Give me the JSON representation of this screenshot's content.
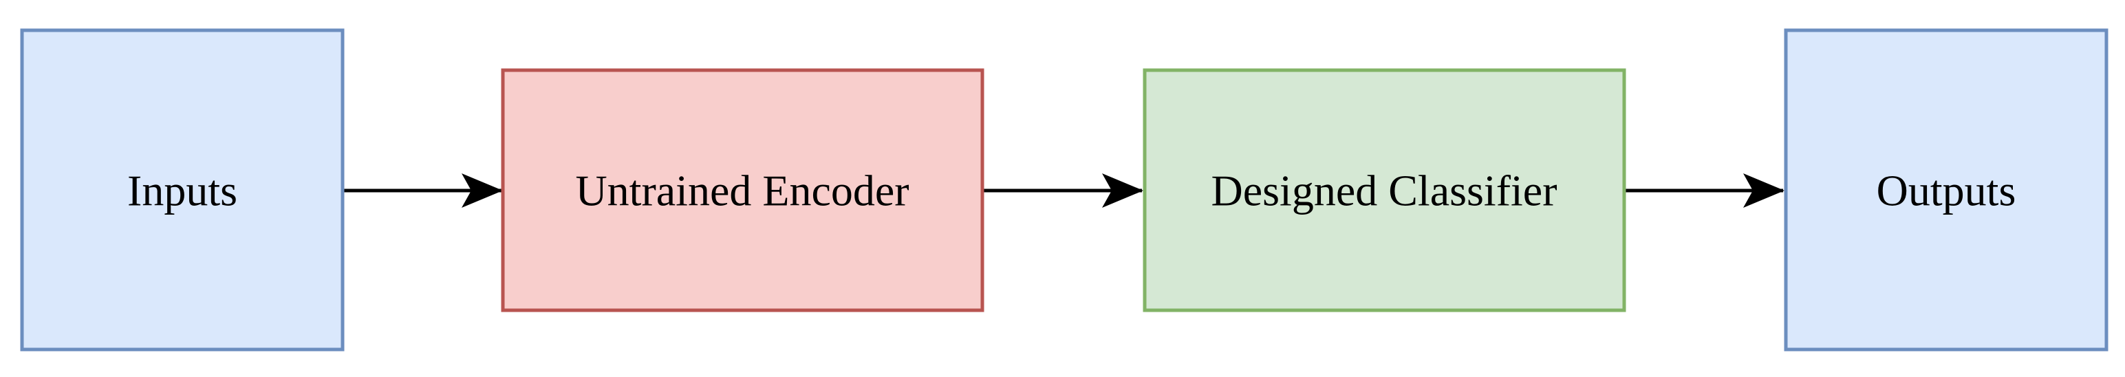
{
  "diagram": {
    "nodes": [
      {
        "id": "inputs",
        "label": "Inputs",
        "fill": "#dae8fc",
        "stroke": "#6c8ebf"
      },
      {
        "id": "encoder",
        "label": "Untrained Encoder",
        "fill": "#f8cecc",
        "stroke": "#b85450"
      },
      {
        "id": "classifier",
        "label": "Designed Classifier",
        "fill": "#d5e8d4",
        "stroke": "#82b366"
      },
      {
        "id": "outputs",
        "label": "Outputs",
        "fill": "#dae8fc",
        "stroke": "#6c8ebf"
      }
    ],
    "edges": [
      {
        "from": "inputs",
        "to": "encoder"
      },
      {
        "from": "encoder",
        "to": "classifier"
      },
      {
        "from": "classifier",
        "to": "outputs"
      }
    ],
    "edge_color": "#000000"
  }
}
